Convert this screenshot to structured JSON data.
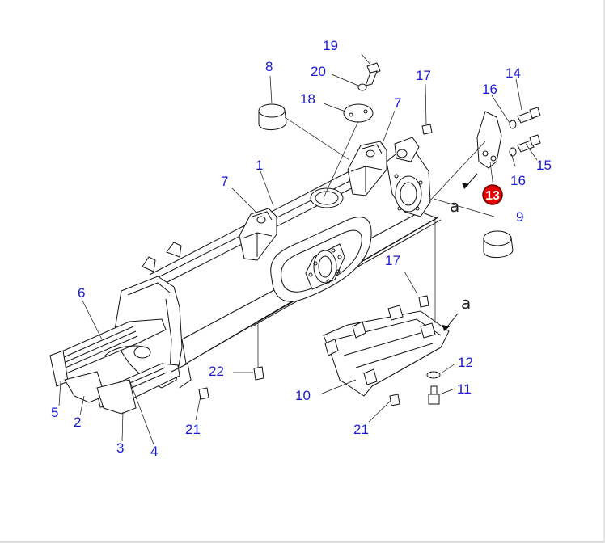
{
  "callouts": [
    "1",
    "2",
    "3",
    "4",
    "5",
    "6",
    "7",
    "7",
    "8",
    "9",
    "10",
    "11",
    "12",
    "13",
    "14",
    "15",
    "16",
    "16",
    "17",
    "17",
    "18",
    "19",
    "20",
    "21",
    "21",
    "22"
  ],
  "view_marks": [
    "a",
    "a"
  ],
  "highlight": {
    "label": "13",
    "fill": "#e00000"
  },
  "callout_color": "#1a1ad6"
}
